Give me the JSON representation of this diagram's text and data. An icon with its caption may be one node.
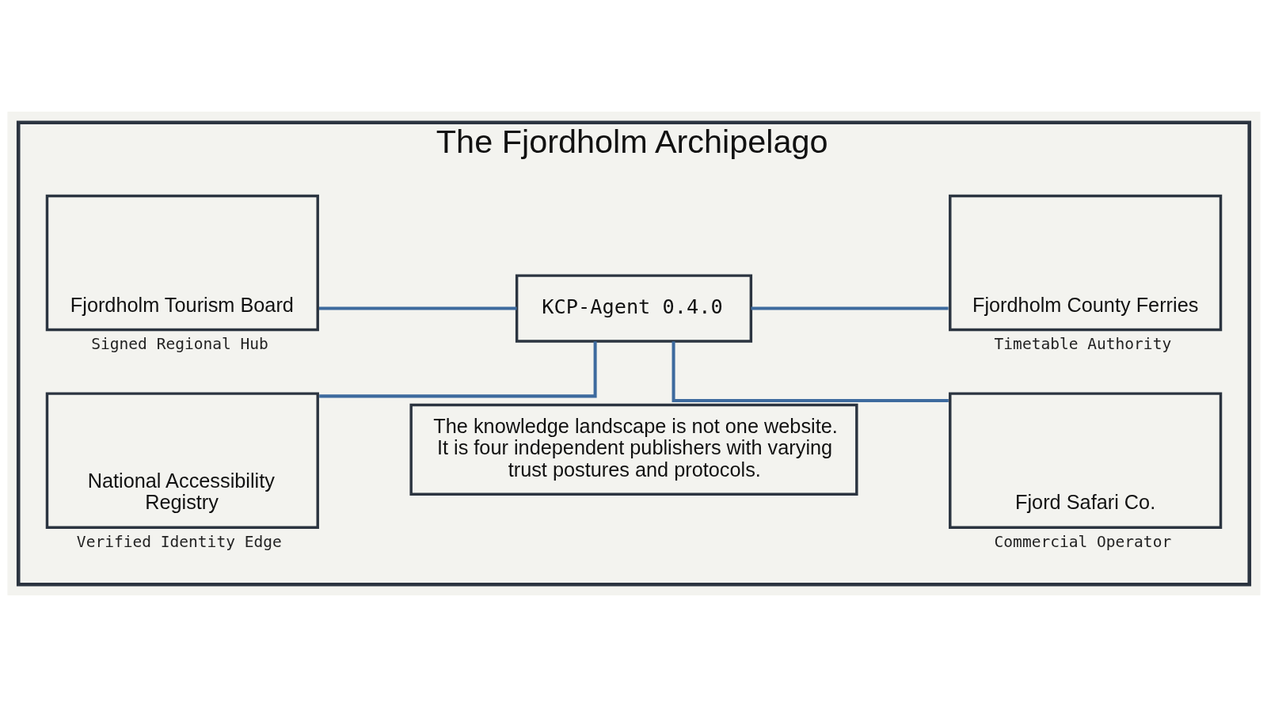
{
  "diagram": {
    "nodes": [
      {
        "text": [
          "The Fjordholm Archipelago"
        ]
      },
      {
        "text": [
          "Fjordholm Tourism Board"
        ],
        "beside": [
          "Signed Regional Hub"
        ],
        "in": 0
      },
      {
        "text": [
          "Fjordholm County Ferries"
        ],
        "beside": [
          "Timetable Authority"
        ],
        "in": 0
      },
      {
        "text": [
          "KCP-Agent 0.4.0"
        ],
        "in": 0
      },
      {
        "text": [
          "National Accessibility Registry"
        ],
        "beside": [
          "Verified Identity Edge"
        ],
        "in": 0
      },
      {
        "text": [
          "Fjord Safari Co."
        ],
        "beside": [
          "Commercial Operator"
        ],
        "in": 0
      },
      {
        "text": [
          "The knowledge landscape is not one website. It is four independent publishers with varying trust postures and protocols."
        ],
        "in": 0
      }
    ],
    "edges": [
      {
        "from": 1,
        "to": 3,
        "arrow": "none"
      },
      {
        "from": 3,
        "to": 2,
        "arrow": "none"
      },
      {
        "from": 4,
        "to": 3,
        "arrow": "none"
      },
      {
        "from": 3,
        "to": 5,
        "arrow": "none"
      }
    ]
  }
}
